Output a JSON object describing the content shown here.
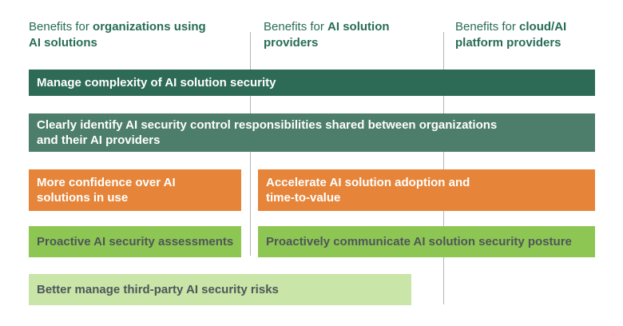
{
  "colors": {
    "header_text": "#276c57",
    "bar_dark_green": "#2e6b56",
    "bar_mid_green": "#4c7e6b",
    "bar_orange": "#e6853a",
    "bar_green": "#8ec653",
    "bar_pale_green": "#c9e5a7",
    "bar_dark_text": "#4e565a",
    "bar_light_text": "#ffffff",
    "divider_gray": "#b4b7b7"
  },
  "headers": [
    {
      "line1_regular": "Benefits for",
      "line1_bold": "organizations using",
      "line2_bold": "AI solutions"
    },
    {
      "line1_regular": "Benefits for",
      "line1_bold": "AI solution",
      "line2_bold": "providers"
    },
    {
      "line1_regular": "Benefits for",
      "line1_bold": "cloud/AI",
      "line2_bold": "platform providers"
    }
  ],
  "bars": {
    "manage": "Manage complexity of AI solution security",
    "clearly": [
      "Clearly identify AI security control responsibilities shared between organizations",
      "and their AI providers"
    ],
    "confidence": [
      "More confidence over AI",
      "solutions in use"
    ],
    "accelerate": [
      "Accelerate AI solution adoption and",
      "time-to-value"
    ],
    "proactive": "Proactive AI security assessments",
    "communicate": "Proactively communicate AI solution security posture",
    "thirdparty": "Better manage third-party AI security risks"
  }
}
